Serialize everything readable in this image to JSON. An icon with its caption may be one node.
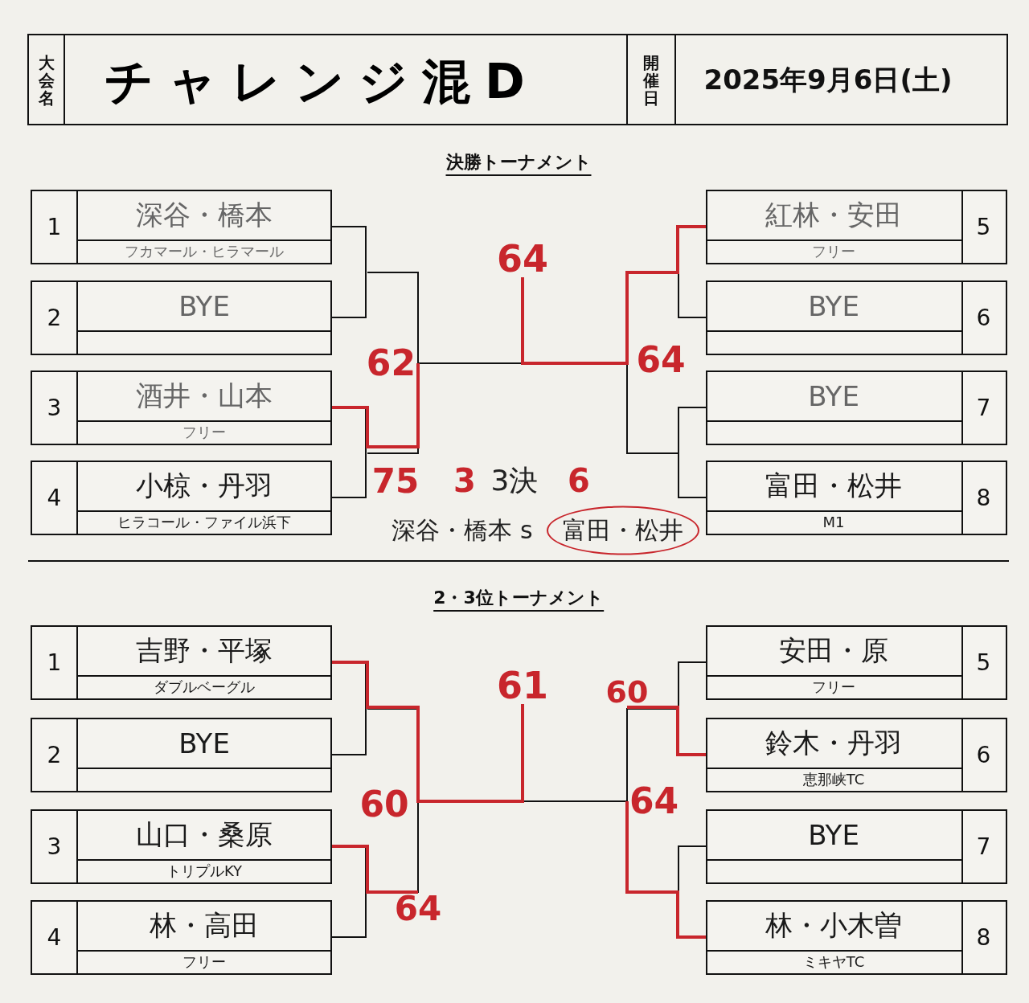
{
  "diagram": {
    "title": "チャレンジ混D",
    "nodes": [
      {
        "text": [
          "1",
          "深谷・橋本",
          "フカマール・ヒラマール"
        ]
      },
      {
        "text": [
          "2",
          "BYE"
        ]
      },
      {
        "text": [
          "3",
          "酒井・山本",
          "フリー"
        ]
      },
      {
        "text": [
          "4",
          "小椋・丹羽",
          "ヒラコール・ファイル浜下"
        ]
      },
      {
        "text": [
          "紅林・安田",
          "フリー",
          "5"
        ]
      },
      {
        "text": [
          "BYE",
          "6"
        ]
      },
      {
        "text": [
          "BYE",
          "7"
        ]
      },
      {
        "text": [
          "富田・松井",
          "M1",
          "8"
        ]
      },
      {
        "text": [
          "1",
          "吉野・平塚",
          "ダブルベーグル"
        ]
      },
      {
        "text": [
          "2",
          "BYE"
        ]
      },
      {
        "text": [
          "3",
          "山口・桑原",
          "トリプルKY"
        ]
      },
      {
        "text": [
          "4",
          "林・高田",
          "フリー"
        ]
      },
      {
        "text": [
          "安田・原",
          "フリー",
          "5"
        ]
      },
      {
        "text": [
          "鈴木・丹羽",
          "恵那峡TC",
          "6"
        ]
      },
      {
        "text": [
          "BYE",
          "7"
        ]
      },
      {
        "text": [
          "林・小木曽",
          "ミキヤTC",
          "8"
        ]
      },
      {
        "text": [
          "64"
        ]
      },
      {
        "text": [
          "62"
        ]
      },
      {
        "text": [
          "61"
        ]
      },
      {
        "text": [
          "60"
        ]
      },
      {
        "text": [
          "64"
        ]
      },
      {
        "text": [
          "64"
        ]
      }
    ],
    "edges": [
      {
        "from": 0,
        "to": 1,
        "arrow": "none"
      },
      {
        "from": 2,
        "to": 3,
        "arrow": "none"
      },
      {
        "from": 4,
        "to": 5,
        "arrow": "none"
      },
      {
        "from": 6,
        "to": 7,
        "arrow": "none"
      },
      {
        "from": 8,
        "to": 9,
        "arrow": "none"
      },
      {
        "from": 10,
        "to": 11,
        "arrow": "none"
      },
      {
        "from": 12,
        "to": 13,
        "arrow": "none"
      },
      {
        "from": 14,
        "to": 15,
        "arrow": "none"
      },
      {
        "from": 2,
        "to": 17,
        "arrow": "none",
        "style": "thick",
        "color": "#c8262c"
      },
      {
        "from": 4,
        "to": 16,
        "arrow": "none",
        "style": "thick",
        "color": "#c8262c"
      },
      {
        "from": 8,
        "to": 18,
        "arrow": "none",
        "style": "thick",
        "color": "#c8262c"
      },
      {
        "from": 13,
        "to": 19,
        "arrow": "none",
        "style": "thick",
        "color": "#c8262c"
      },
      {
        "from": 15,
        "to": 20,
        "arrow": "none",
        "style": "thick",
        "color": "#c8262c"
      },
      {
        "from": 10,
        "to": 21,
        "arrow": "none",
        "style": "thick",
        "color": "#c8262c"
      }
    ],
    "labels": [
      "大会名",
      "開催日",
      "2025年9月6日(土)",
      "決勝トーナメント",
      "64",
      "75",
      "3",
      "3決",
      "6",
      "深谷・橋本 s",
      "富田・松井",
      "2・3位トーナメント",
      "60"
    ]
  }
}
